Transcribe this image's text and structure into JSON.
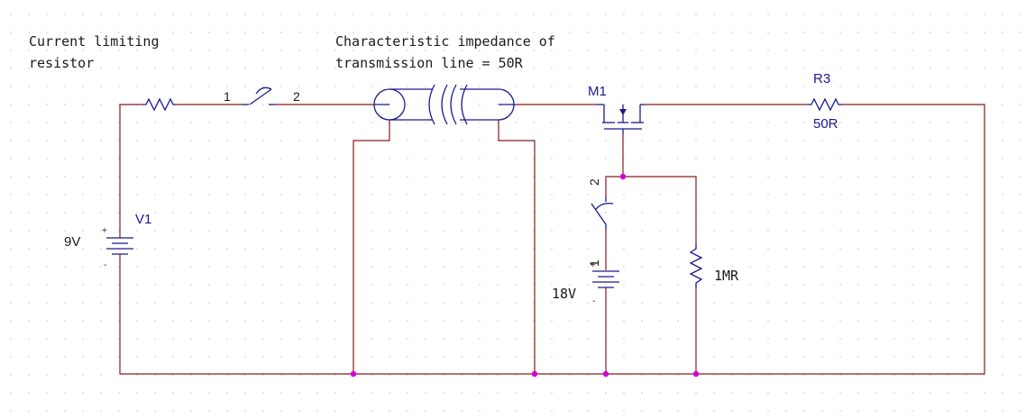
{
  "annotations": {
    "resistor_note_line1": "Current limiting",
    "resistor_note_line2": "resistor",
    "tline_note_line1": "Characteristic impedance of",
    "tline_note_line2": "transmission line = 50R"
  },
  "components": {
    "source_v1": {
      "ref": "V1",
      "value": "9V",
      "plus": "+",
      "minus": "-"
    },
    "switch_1": {
      "pin1": "1",
      "pin2": "2"
    },
    "mosfet": {
      "ref": "M1"
    },
    "resistor_r3": {
      "ref": "R3",
      "value": "50R"
    },
    "switch_2": {
      "pin2": "2",
      "pin1": "1"
    },
    "source_18v": {
      "value": "18V",
      "plus": "+",
      "minus": "-"
    },
    "resistor_1m": {
      "value": "1MR"
    }
  },
  "colors": {
    "wire": "#8b1a1a",
    "component": "#1a1a8b",
    "junction": "#d400d4"
  }
}
